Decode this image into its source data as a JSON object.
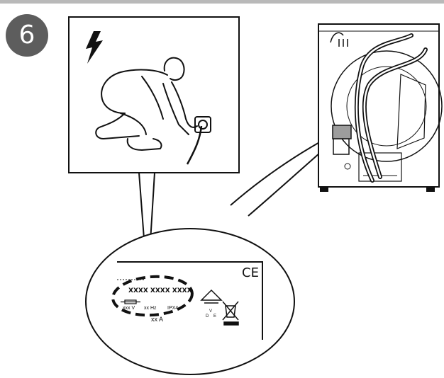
{
  "step_number": "6",
  "label": {
    "ce_mark": "CE",
    "model_code": "XXXX XXXX XXXX",
    "voltage": "xxx V",
    "frequency": "xx Hz",
    "ipx": "IPX4",
    "ampere": "xx A",
    "country_v": "V",
    "country_d": "D",
    "country_e": "E"
  },
  "icons": [
    "electric-shock-warning-icon",
    "ground-symbol-icon",
    "weee-bin-icon"
  ],
  "colors": {
    "badge": "#5d5d5d",
    "line": "#111111",
    "label_highlight": "#9d9d9d",
    "top_bar": "#b9b9b9"
  }
}
